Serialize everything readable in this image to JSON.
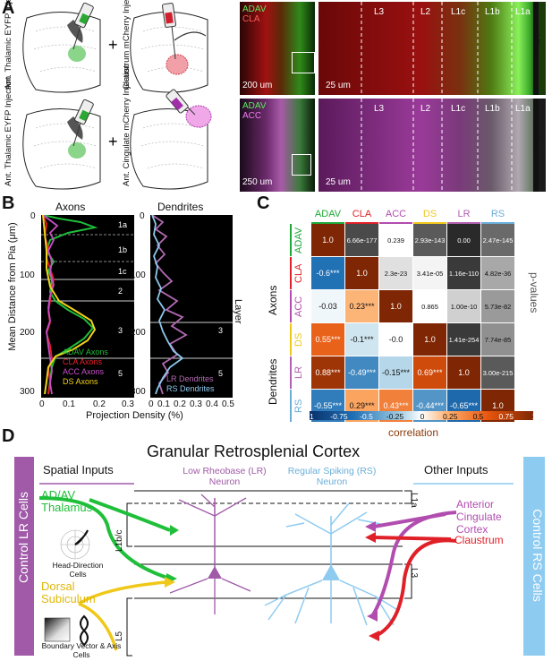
{
  "panel_labels": {
    "a": "A",
    "b": "B",
    "c": "C",
    "d": "D"
  },
  "panel_a": {
    "row1_left": "Ant. Thalamic EYFP Injection",
    "row1_right": "Claustrum mCherry Injection",
    "row2_left": "Ant. Thalamic EYFP Injection",
    "row2_right": "Ant. Cingulate mCherry Injection",
    "plus": "+",
    "mic1": {
      "green": "ADAV",
      "red": "CLA",
      "scale": "200 um"
    },
    "mic2": {
      "green": "ADAV",
      "magenta": "ACC",
      "scale": "250 um"
    },
    "zoom1": {
      "layers": [
        "L3",
        "L2",
        "L1c",
        "L1b",
        "L1a"
      ],
      "scale": "25 um",
      "side": "midline"
    },
    "zoom2": {
      "layers": [
        "L3",
        "L2",
        "L1c",
        "L1b",
        "L1a"
      ],
      "scale": "25 um",
      "side": "midline"
    }
  },
  "panel_b": {
    "axons_title": "Axons",
    "dendrites_title": "Dendrites",
    "ylabel": "Mean Distance from Pia (μm)",
    "xlabel": "Projection Density (%)",
    "layer_label": "Layer",
    "layers": [
      "1a",
      "1b",
      "1c",
      "2",
      "3",
      "5"
    ],
    "layers_right": [
      "3",
      "5"
    ],
    "y_ticks": [
      "0",
      "100",
      "200",
      "300"
    ],
    "x_ticks_axons": [
      "0",
      "0.1",
      "0.2",
      "0.3"
    ],
    "x_ticks_dendrites": [
      "0",
      "0.1",
      "0.2",
      "0.3",
      "0.4",
      "0.5"
    ],
    "legend_axons": [
      {
        "name": "ADAV Axons",
        "color": "#1fbf3a"
      },
      {
        "name": "CLA Axons",
        "color": "#e8202a"
      },
      {
        "name": "ACC Axons",
        "color": "#c94fc8"
      },
      {
        "name": "DS Axons",
        "color": "#f2d21a"
      }
    ],
    "legend_dendrites": [
      {
        "name": "LR Dendrites",
        "color": "#b36ab3"
      },
      {
        "name": "RS Dendrites",
        "color": "#8ec8ec"
      }
    ]
  },
  "chart_data": {
    "type": "heatmap",
    "rows": [
      "ADAV",
      "CLA",
      "ACC",
      "DS",
      "LR",
      "RS"
    ],
    "cols": [
      "ADAV",
      "CLA",
      "ACC",
      "DS",
      "LR",
      "RS"
    ],
    "row_colors": [
      "#1fa83a",
      "#e02028",
      "#b24db0",
      "#f0c81a",
      "#b060b0",
      "#6aaed8"
    ],
    "correlation": [
      [
        "1.0",
        "",
        "",
        "",
        "",
        ""
      ],
      [
        "-0.6***",
        "1.0",
        "",
        "",
        "",
        ""
      ],
      [
        "-0.03",
        "0.23***",
        "1.0",
        "",
        "",
        ""
      ],
      [
        "0.55***",
        "-0.1***",
        "-0.0",
        "1.0",
        "",
        ""
      ],
      [
        "0.88***",
        "-0.49***",
        "-0.15***",
        "0.69***",
        "1.0",
        ""
      ],
      [
        "-0.55***",
        "0.29***",
        "0.43***",
        "-0.44***",
        "-0.65***",
        "1.0"
      ]
    ],
    "correlation_values": [
      [
        1.0,
        null,
        null,
        null,
        null,
        null
      ],
      [
        -0.6,
        1.0,
        null,
        null,
        null,
        null
      ],
      [
        -0.03,
        0.23,
        1.0,
        null,
        null,
        null
      ],
      [
        0.55,
        -0.1,
        0.0,
        1.0,
        null,
        null
      ],
      [
        0.88,
        -0.49,
        -0.15,
        0.69,
        1.0,
        null
      ],
      [
        -0.55,
        0.29,
        0.43,
        -0.44,
        -0.65,
        1.0
      ]
    ],
    "p_values": [
      [
        "",
        "6.66e-177",
        "0.239",
        "2.93e-143",
        "0.00",
        "2.47e-145"
      ],
      [
        "",
        "",
        "2.3e-23",
        "3.41e-05",
        "1.16e-110",
        "4.82e-36"
      ],
      [
        "",
        "",
        "",
        "0.865",
        "1.00e-10",
        "5.73e-82"
      ],
      [
        "",
        "",
        "",
        "",
        "1.41e-254",
        "7.74e-85"
      ],
      [
        "",
        "",
        "",
        "",
        "",
        "3.00e-215"
      ],
      [
        "",
        "",
        "",
        "",
        "",
        ""
      ]
    ],
    "p_shades": [
      [
        null,
        "#4a4a4a",
        "#ffffff",
        "#5a5a5a",
        "#2a2a2a",
        "#6a6a6a"
      ],
      [
        null,
        null,
        "#e0e0e0",
        "#f4f4f4",
        "#3a3a3a",
        "#a8a8a8"
      ],
      [
        null,
        null,
        null,
        "#ffffff",
        "#d0d0d0",
        "#9a9a9a"
      ],
      [
        null,
        null,
        null,
        null,
        "#3a3a3a",
        "#909090"
      ],
      [
        null,
        null,
        null,
        null,
        null,
        "#5a5a5a"
      ],
      [
        null,
        null,
        null,
        null,
        null,
        null
      ]
    ],
    "p_label": "p-values",
    "group_axons": "Axons",
    "group_dendrites": "Dendrites",
    "colorbar_ticks": [
      "-1",
      "-0.75",
      "-0.5",
      "-0.25",
      "0",
      "0.25",
      "0.5",
      "0.75",
      "1"
    ],
    "colorbar_label": "correlation"
  },
  "panel_d": {
    "title": "Granular Retrosplenial Cortex",
    "spatial_inputs": "Spatial Inputs",
    "other_inputs": "Other Inputs",
    "control_lr": "Control LR Cells",
    "control_rs": "Control RS Cells",
    "lr_neuron": "Low Rheobase (LR) Neuron",
    "rs_neuron": "Regular Spiking (RS) Neuron",
    "adav": "AD/AV Thalamus",
    "hd_cells": "Head-Direction Cells",
    "dorsal_sub": "Dorsal Subiculum",
    "bv_cells": "Boundary Vector & Axis Cells",
    "acc": "Anterior Cingulate Cortex",
    "claustrum": "Claustrum",
    "l1a": "L1a",
    "l1bc": "L1b/c",
    "l3": "L3",
    "l5": "L5"
  }
}
